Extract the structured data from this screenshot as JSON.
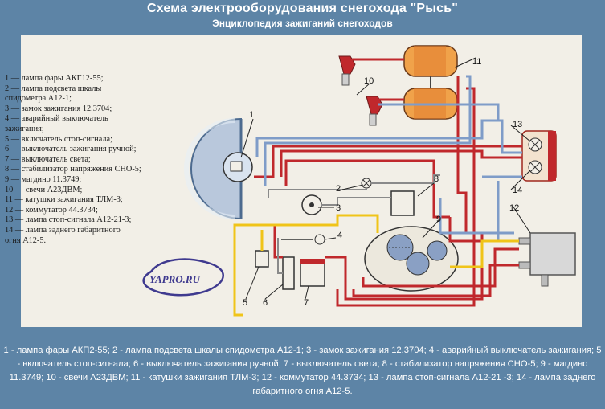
{
  "title": "Схема электрооборудования снегохода \"Рысь\"",
  "subtitle": "Энциклопедия зажиганий снегоходов",
  "legend": [
    "1 — лампа фары АКГ12-55;",
    "2 — лампа подсвета шкалы",
    "      спидометра А12-1;",
    "3 — замок зажигания 12.3704;",
    "4 — аварийный выключатель",
    "      зажигания;",
    "5 — включатель стоп-сигнала;",
    "6 — выключатель зажигания ручной;",
    "7 — выключатель света;",
    "8 — стабилизатор напряжения СНО-5;",
    "9 — магдино 11.3749;",
    "10 — свечи А23ДВМ;",
    "11 — катушки зажигания ТЛМ-3;",
    "12 — коммутатор 44.3734;",
    "13 — лампа стоп-сигнала А12-21-3;",
    "14 — лампа заднего габаритного",
    "        огня А12-5."
  ],
  "labels": [
    "1",
    "2",
    "3",
    "4",
    "5",
    "6",
    "7",
    "8",
    "9",
    "10",
    "11",
    "12",
    "13",
    "14"
  ],
  "watermark": "YAPRO.RU",
  "caption": "1 - лампа фары АКП2-55; 2 - лампа подсвета шкалы спидометра А12-1; 3 - замок зажигания 12.3704; 4 - аварийный выключатель зажигания; 5 - включатель стоп-сигнала; 6 - выключатель зажигания ручной; 7 - выключатель света; 8 - стабилизатор напряжения СНО-5; 9 - магдино 11.3749; 10 - свечи А23ДВМ; 11 - катушки зажигания ТЛМ-3; 12 - коммутатор 44.3734; 13 - лампа стоп-сигнала А12-21 -3; 14 - лампа заднего габаритного огня А12-5.",
  "colors": {
    "background": "#5d84a6",
    "panel": "#f2efe7",
    "wire_red": "#c0282c",
    "wire_blue": "#7f9cc8",
    "wire_yellow": "#f0c419",
    "wire_gray": "#8a8a8a"
  }
}
